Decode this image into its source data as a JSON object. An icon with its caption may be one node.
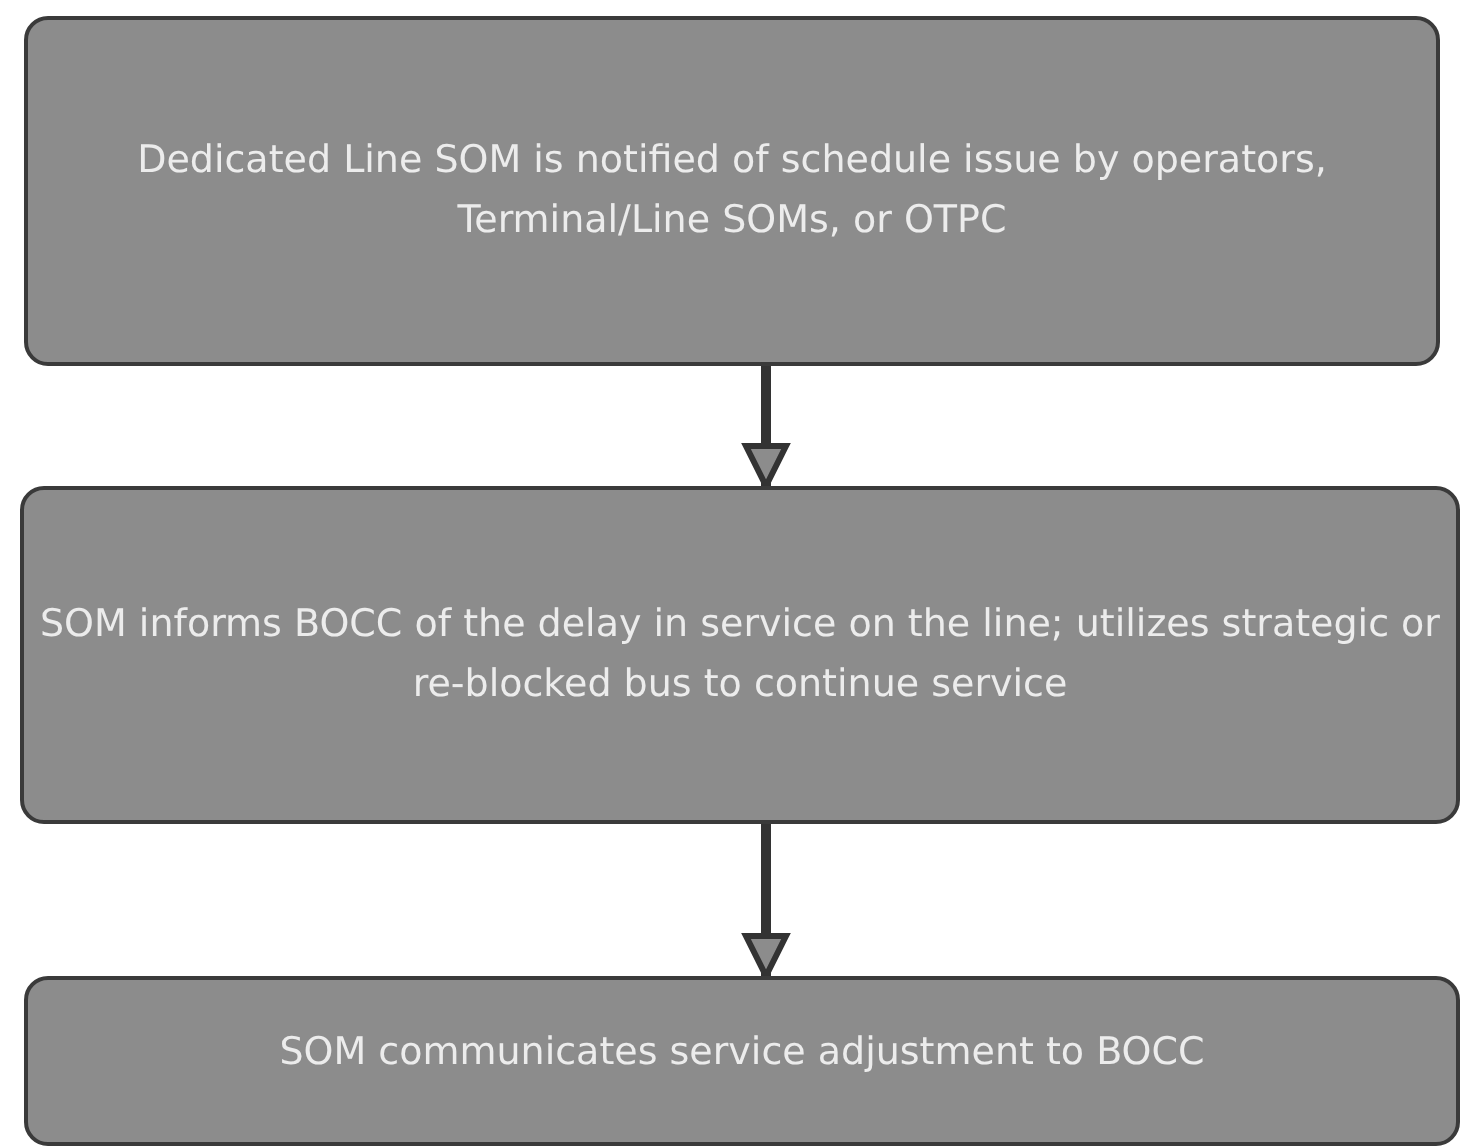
{
  "diagram": {
    "nodes": [
      {
        "text": [
          "Dedicated Line SOM is notified of schedule issue by operators, Terminal/Line SOMs, or OTPC"
        ]
      },
      {
        "text": [
          "SOM informs BOCC of the delay in service on the line; utilizes strategic or re-blocked bus to continue service"
        ]
      },
      {
        "text": [
          "SOM communicates service adjustment to BOCC"
        ]
      }
    ],
    "edges": [
      {
        "from": 0,
        "to": 1,
        "arrow": "to"
      },
      {
        "from": 1,
        "to": 2,
        "arrow": "to"
      }
    ]
  }
}
